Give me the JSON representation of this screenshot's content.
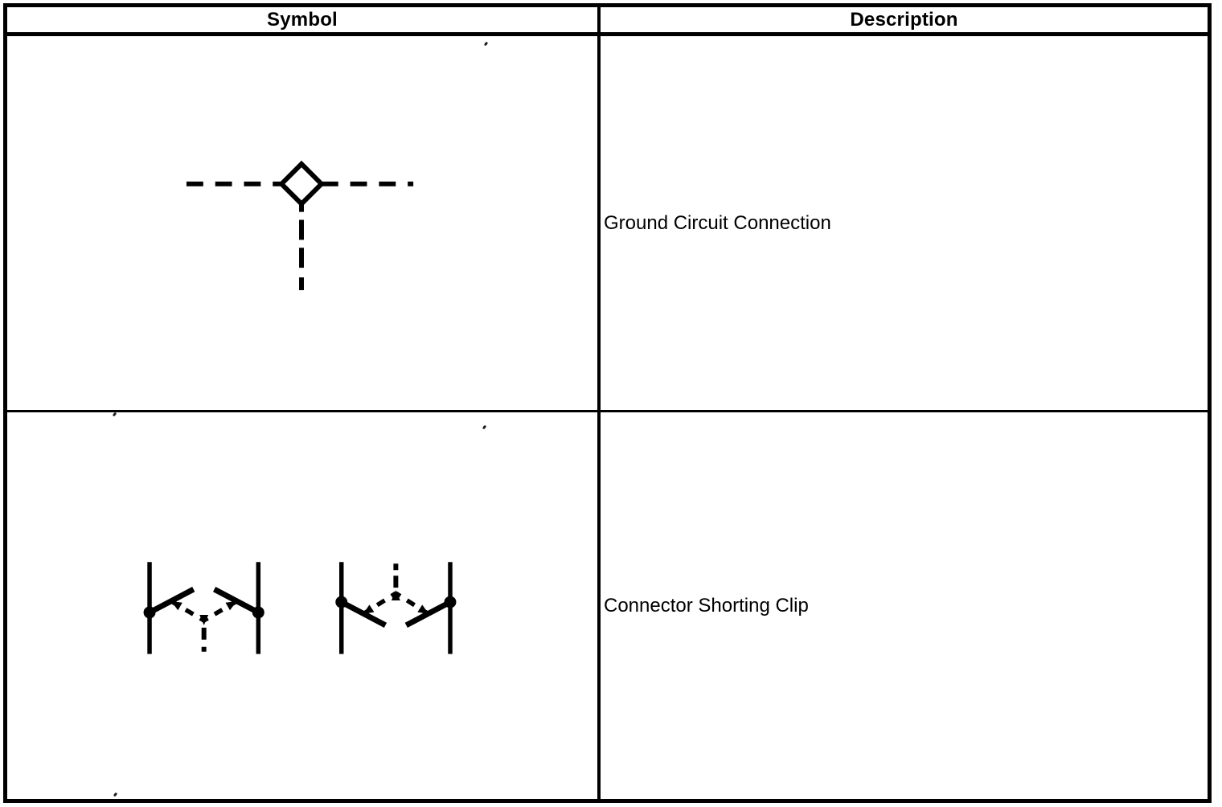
{
  "colors": {
    "line": "#000000",
    "text": "#000000",
    "border": "#000000",
    "background": "#ffffff"
  },
  "table": {
    "headers": [
      {
        "label": "Symbol"
      },
      {
        "label": "Description"
      }
    ],
    "rows": [
      {
        "symbol_icon": "ground-circuit-connection-symbol",
        "description": "Ground Circuit Connection"
      },
      {
        "symbol_icon": "connector-shorting-clip-symbol",
        "description": "Connector Shorting Clip"
      }
    ]
  }
}
